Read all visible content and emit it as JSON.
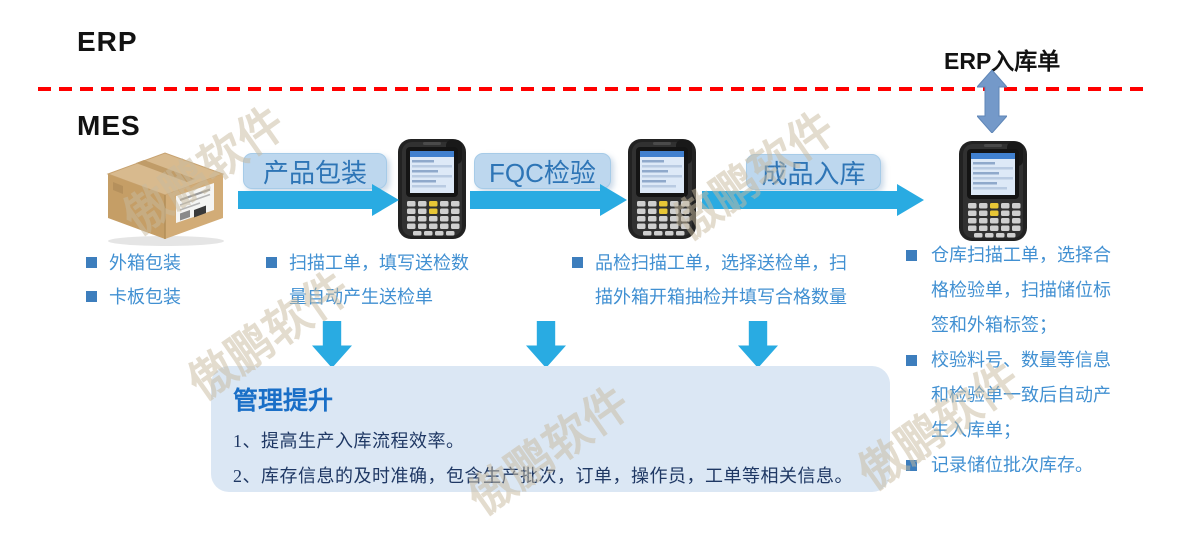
{
  "header": {
    "erp_label": "ERP",
    "mes_label": "MES",
    "erp_receipt_label": "ERP入库单"
  },
  "flow": {
    "step_labels": [
      "产品包装",
      "FQC检验",
      "成品入库"
    ]
  },
  "columns": [
    {
      "bullets": [
        "外箱包装",
        "卡板包装"
      ]
    },
    {
      "bullets": [
        "扫描工单，填写送检数量自动产生送检单"
      ]
    },
    {
      "bullets": [
        "品检扫描工单，选择送检单，扫描外箱开箱抽检并填写合格数量"
      ]
    },
    {
      "bullets": [
        "仓库扫描工单，选择合格检验单，扫描储位标签和外箱标签；",
        "校验料号、数量等信息和检验单一致后自动产生入库单；",
        "记录储位批次库存。"
      ]
    }
  ],
  "summary": {
    "title": "管理提升",
    "items": [
      "1、提高生产入库流程效率。",
      "2、库存信息的及时准确，包含生产批次，订单，操作员，工单等相关信息。"
    ]
  },
  "watermark_text": "傲鹏软件",
  "colors": {
    "flow_arrow_blue": "#29ABE2",
    "pill_background": "#BDD7EE",
    "pill_text": "#2E75B6",
    "bullet_text": "#4190D2",
    "divider_red": "#FF0000",
    "summary_background": "#DBE7F4",
    "summary_title": "#1A6FC7",
    "summary_text": "#1F3864",
    "vertical_arrow": "#7499C9"
  }
}
